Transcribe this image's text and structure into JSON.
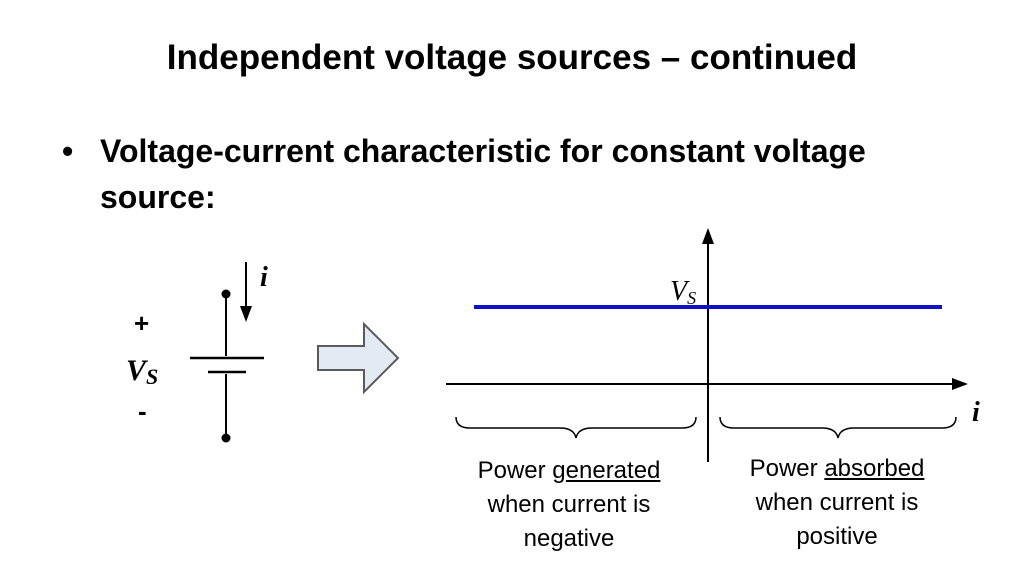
{
  "slide": {
    "title": "Independent voltage sources – continued",
    "bullet": "Voltage-current characteristic for constant voltage source:"
  },
  "circuit": {
    "plus": "+",
    "minus": "-",
    "source_symbol": "V",
    "source_subscript": "S",
    "current_label": "i"
  },
  "graph": {
    "y_label": "V",
    "y_label_subscript": "S",
    "x_label": "i",
    "line_color": "#1010c8"
  },
  "captions": {
    "left": {
      "prefix": "Power ",
      "emph": "generated",
      "rest1": "when current is",
      "rest2": "negative"
    },
    "right": {
      "prefix": "Power ",
      "emph": "absorbed",
      "rest1": "when current is",
      "rest2": "positive"
    }
  }
}
